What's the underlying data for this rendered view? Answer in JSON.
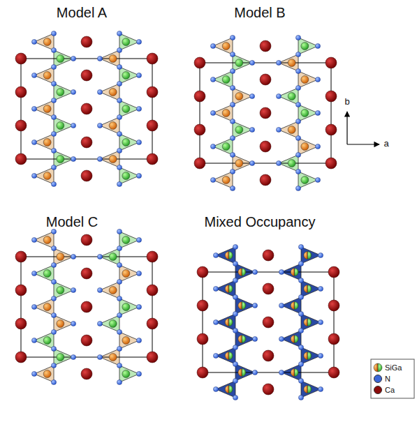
{
  "diagram": {
    "labels": [
      "Model A",
      "Model B",
      "Model C",
      "Mixed Occupancy",
      "b",
      "a"
    ],
    "legend": [
      {
        "text": "SiGa"
      },
      {
        "text": "N",
        "color": "#3a66d8"
      },
      {
        "text": "Ca",
        "color": "#8b0a0a"
      }
    ]
  }
}
